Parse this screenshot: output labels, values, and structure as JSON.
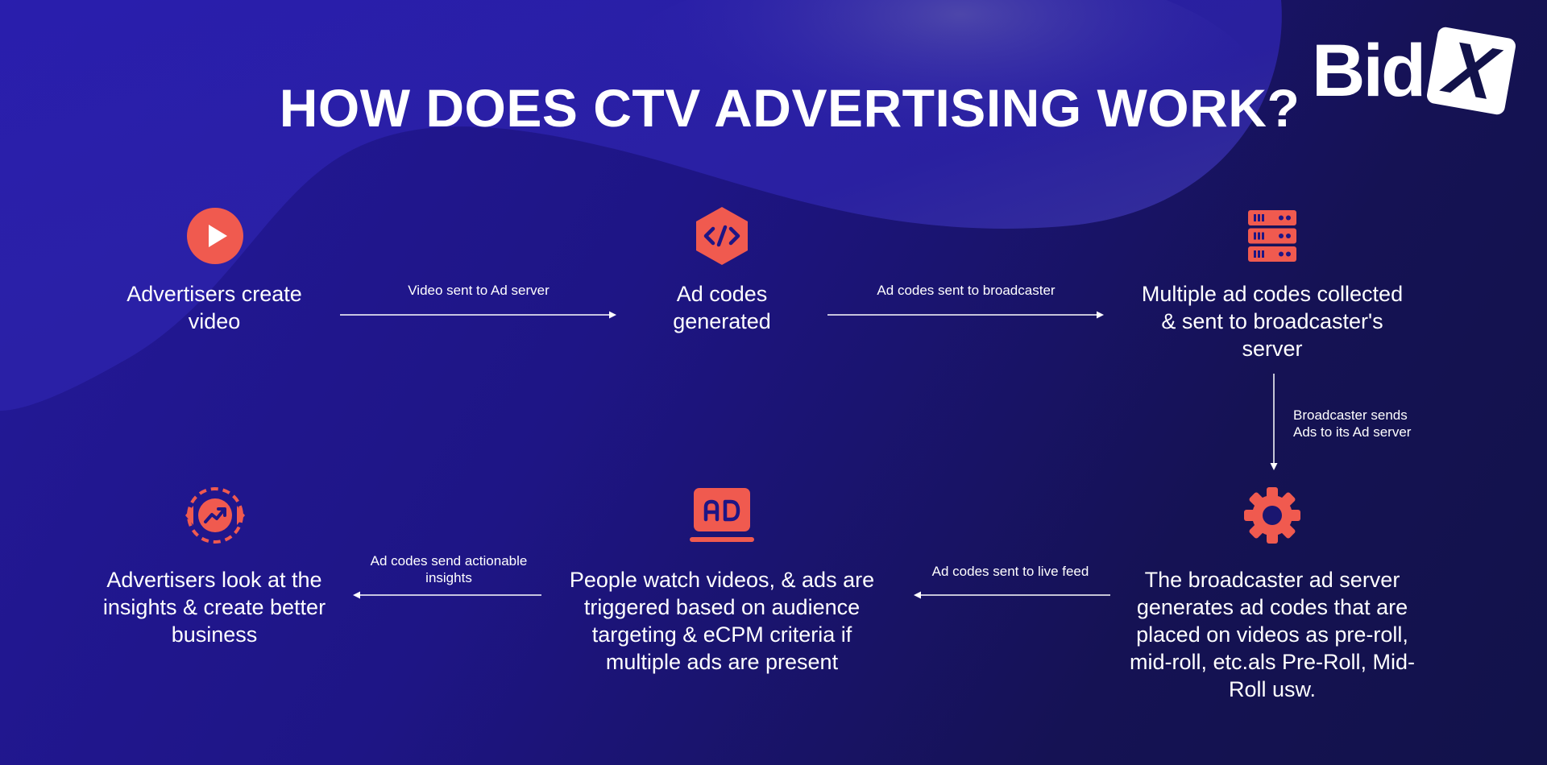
{
  "title": "HOW DOES CTV ADVERTISING WORK?",
  "logo": {
    "text": "Bid",
    "mark": "X"
  },
  "colors": {
    "accent": "#f05a4f",
    "text": "#ffffff",
    "background": "#1e1585"
  },
  "nodes": [
    {
      "icon": "play-icon",
      "label": "Advertisers create video"
    },
    {
      "icon": "code-icon",
      "label": "Ad codes generated"
    },
    {
      "icon": "server-icon",
      "label": "Multiple ad codes collected & sent to broadcaster's server"
    },
    {
      "icon": "gear-icon",
      "label": "The broadcaster ad server generates ad codes that are placed on videos as pre-roll, mid-roll, etc.als Pre-Roll, Mid-Roll usw."
    },
    {
      "icon": "ad-laptop-icon",
      "label": "People watch videos, & ads are triggered based on audience targeting & eCPM criteria if multiple ads are present"
    },
    {
      "icon": "insights-eye-icon",
      "label": "Advertisers look at the insights & create better business"
    }
  ],
  "edges": [
    {
      "label": "Video sent to Ad server"
    },
    {
      "label": "Ad codes sent to broadcaster"
    },
    {
      "label": "Broadcaster sends Ads to its Ad server"
    },
    {
      "label": "Ad codes sent to live feed"
    },
    {
      "label": "Ad codes send actionable insights"
    }
  ]
}
